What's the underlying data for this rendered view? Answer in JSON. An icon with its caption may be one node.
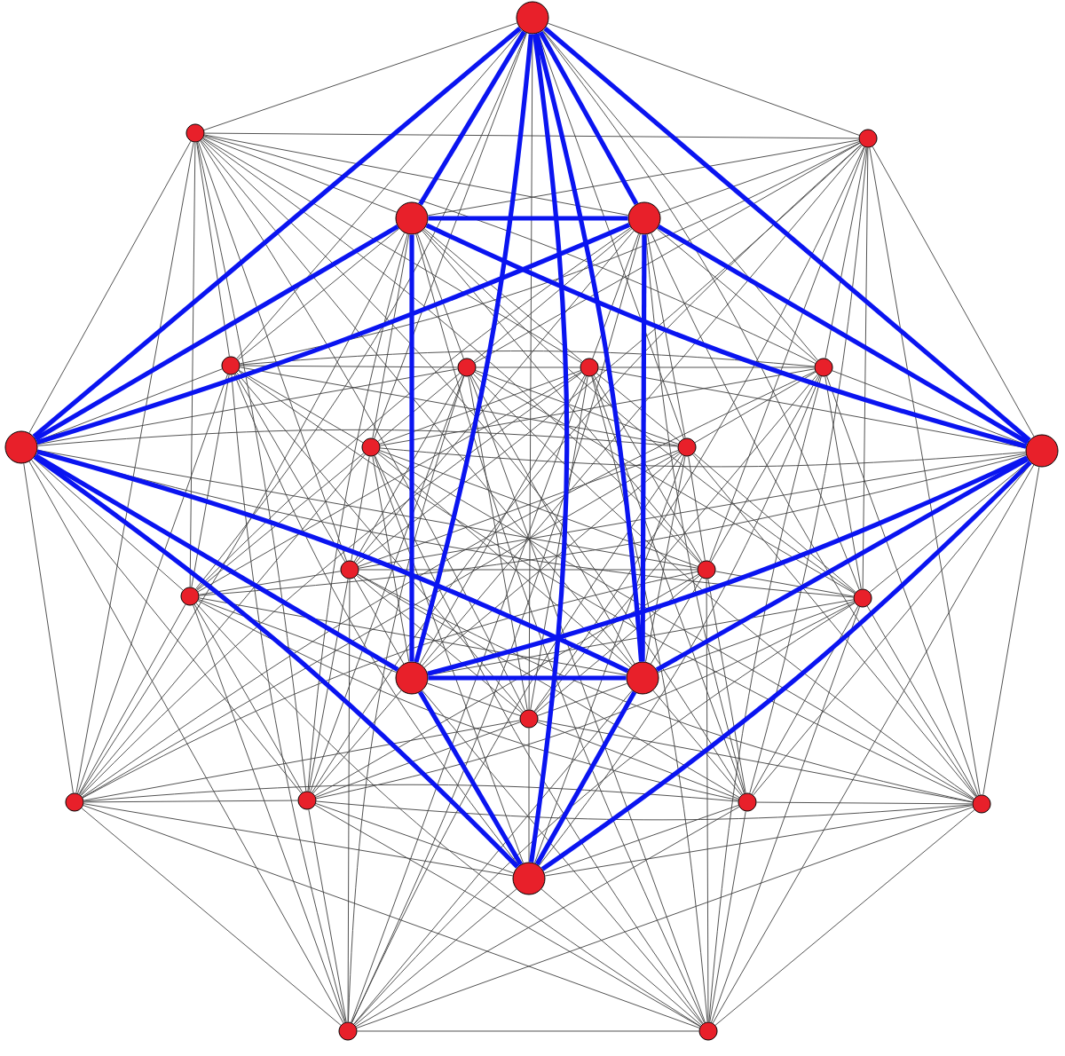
{
  "diagram": {
    "nodes": [
      {
        "text": [],
        "shape": "circle"
      },
      {
        "text": [],
        "shape": "circle"
      },
      {
        "text": [],
        "shape": "circle"
      },
      {
        "text": [],
        "shape": "circle"
      },
      {
        "text": [],
        "shape": "circle"
      },
      {
        "text": [],
        "shape": "circle"
      },
      {
        "text": [],
        "shape": "circle"
      },
      {
        "text": [],
        "shape": "circle"
      },
      {
        "text": [],
        "shape": "circle"
      },
      {
        "text": [],
        "shape": "circle"
      },
      {
        "text": [],
        "shape": "circle"
      },
      {
        "text": [],
        "shape": "circle"
      },
      {
        "text": [],
        "shape": "circle"
      },
      {
        "text": [],
        "shape": "circle"
      },
      {
        "text": [],
        "shape": "circle"
      },
      {
        "text": [],
        "shape": "circle"
      },
      {
        "text": [],
        "shape": "circle"
      },
      {
        "text": [],
        "shape": "circle"
      },
      {
        "text": [],
        "shape": "circle"
      },
      {
        "text": [],
        "shape": "circle"
      },
      {
        "text": [],
        "shape": "circle"
      },
      {
        "text": [],
        "shape": "circle"
      },
      {
        "text": [],
        "shape": "circle"
      },
      {
        "text": [],
        "shape": "circle"
      },
      {
        "text": [],
        "shape": "circle"
      },
      {
        "text": [],
        "shape": "circle"
      },
      {
        "text": [],
        "shape": "circle"
      }
    ],
    "edges": [
      {
        "from": 0,
        "to": 1,
        "arrow": "none"
      },
      {
        "from": 0,
        "to": 2,
        "arrow": "none",
        "style": "thick",
        "color": "#0a14f0"
      },
      {
        "from": 1,
        "to": 2,
        "arrow": "none"
      },
      {
        "from": 1,
        "to": 3,
        "arrow": "none"
      },
      {
        "from": 2,
        "to": 3,
        "arrow": "none"
      },
      {
        "from": 2,
        "to": 4,
        "arrow": "none"
      },
      {
        "from": 3,
        "to": 4,
        "arrow": "none"
      },
      {
        "from": 3,
        "to": 5,
        "arrow": "none"
      },
      {
        "from": 4,
        "to": 5,
        "arrow": "none"
      },
      {
        "from": 4,
        "to": 6,
        "arrow": "none"
      },
      {
        "from": 5,
        "to": 6,
        "arrow": "none"
      },
      {
        "from": 5,
        "to": 7,
        "arrow": "none"
      },
      {
        "from": 6,
        "to": 7,
        "arrow": "none"
      },
      {
        "from": 6,
        "to": 8,
        "arrow": "none"
      },
      {
        "from": 7,
        "to": 8,
        "arrow": "none"
      },
      {
        "from": 7,
        "to": 0,
        "arrow": "none",
        "style": "thick",
        "color": "#0a14f0"
      },
      {
        "from": 8,
        "to": 0,
        "arrow": "none"
      },
      {
        "from": 8,
        "to": 1,
        "arrow": "none"
      },
      {
        "from": 0,
        "to": 9,
        "arrow": "none",
        "style": "thick",
        "color": "#0a14f0"
      },
      {
        "from": 0,
        "to": 10,
        "arrow": "none"
      },
      {
        "from": 0,
        "to": 11,
        "arrow": "none"
      },
      {
        "from": 0,
        "to": 13,
        "arrow": "none",
        "style": "thick",
        "color": "#0a14f0"
      },
      {
        "from": 0,
        "to": 15,
        "arrow": "none"
      },
      {
        "from": 0,
        "to": 16,
        "arrow": "none"
      },
      {
        "from": 0,
        "to": 17,
        "arrow": "none",
        "style": "thick",
        "color": "#0a14f0"
      },
      {
        "from": 1,
        "to": 10,
        "arrow": "none"
      },
      {
        "from": 1,
        "to": 11,
        "arrow": "none"
      },
      {
        "from": 1,
        "to": 12,
        "arrow": "none"
      },
      {
        "from": 1,
        "to": 14,
        "arrow": "none"
      },
      {
        "from": 1,
        "to": 16,
        "arrow": "none"
      },
      {
        "from": 1,
        "to": 17,
        "arrow": "none"
      },
      {
        "from": 1,
        "to": 9,
        "arrow": "none"
      },
      {
        "from": 2,
        "to": 11,
        "arrow": "none"
      },
      {
        "from": 2,
        "to": 12,
        "arrow": "none"
      },
      {
        "from": 2,
        "to": 13,
        "arrow": "none",
        "style": "thick",
        "color": "#0a14f0"
      },
      {
        "from": 2,
        "to": 15,
        "arrow": "none"
      },
      {
        "from": 2,
        "to": 17,
        "arrow": "none",
        "style": "thick",
        "color": "#0a14f0"
      },
      {
        "from": 2,
        "to": 9,
        "arrow": "none",
        "style": "thick",
        "color": "#0a14f0"
      },
      {
        "from": 2,
        "to": 10,
        "arrow": "none"
      },
      {
        "from": 3,
        "to": 12,
        "arrow": "none"
      },
      {
        "from": 3,
        "to": 13,
        "arrow": "none"
      },
      {
        "from": 3,
        "to": 14,
        "arrow": "none"
      },
      {
        "from": 3,
        "to": 16,
        "arrow": "none"
      },
      {
        "from": 3,
        "to": 9,
        "arrow": "none"
      },
      {
        "from": 3,
        "to": 10,
        "arrow": "none"
      },
      {
        "from": 3,
        "to": 11,
        "arrow": "none"
      },
      {
        "from": 4,
        "to": 13,
        "arrow": "none"
      },
      {
        "from": 4,
        "to": 14,
        "arrow": "none"
      },
      {
        "from": 4,
        "to": 15,
        "arrow": "none"
      },
      {
        "from": 4,
        "to": 17,
        "arrow": "none"
      },
      {
        "from": 4,
        "to": 10,
        "arrow": "none"
      },
      {
        "from": 4,
        "to": 11,
        "arrow": "none"
      },
      {
        "from": 4,
        "to": 12,
        "arrow": "none"
      },
      {
        "from": 5,
        "to": 14,
        "arrow": "none"
      },
      {
        "from": 5,
        "to": 15,
        "arrow": "none"
      },
      {
        "from": 5,
        "to": 16,
        "arrow": "none"
      },
      {
        "from": 5,
        "to": 9,
        "arrow": "none"
      },
      {
        "from": 5,
        "to": 11,
        "arrow": "none"
      },
      {
        "from": 5,
        "to": 12,
        "arrow": "none"
      },
      {
        "from": 5,
        "to": 13,
        "arrow": "none"
      },
      {
        "from": 6,
        "to": 15,
        "arrow": "none"
      },
      {
        "from": 6,
        "to": 16,
        "arrow": "none"
      },
      {
        "from": 6,
        "to": 17,
        "arrow": "none"
      },
      {
        "from": 6,
        "to": 10,
        "arrow": "none"
      },
      {
        "from": 6,
        "to": 12,
        "arrow": "none"
      },
      {
        "from": 6,
        "to": 13,
        "arrow": "none"
      },
      {
        "from": 6,
        "to": 14,
        "arrow": "none"
      },
      {
        "from": 7,
        "to": 16,
        "arrow": "none"
      },
      {
        "from": 7,
        "to": 17,
        "arrow": "none",
        "style": "thick",
        "color": "#0a14f0"
      },
      {
        "from": 7,
        "to": 9,
        "arrow": "none",
        "style": "thick",
        "color": "#0a14f0"
      },
      {
        "from": 7,
        "to": 11,
        "arrow": "none"
      },
      {
        "from": 7,
        "to": 13,
        "arrow": "none",
        "style": "thick",
        "color": "#0a14f0"
      },
      {
        "from": 7,
        "to": 14,
        "arrow": "none"
      },
      {
        "from": 7,
        "to": 15,
        "arrow": "none"
      },
      {
        "from": 8,
        "to": 17,
        "arrow": "none"
      },
      {
        "from": 8,
        "to": 9,
        "arrow": "none"
      },
      {
        "from": 8,
        "to": 10,
        "arrow": "none"
      },
      {
        "from": 8,
        "to": 12,
        "arrow": "none"
      },
      {
        "from": 8,
        "to": 14,
        "arrow": "none"
      },
      {
        "from": 8,
        "to": 15,
        "arrow": "none"
      },
      {
        "from": 8,
        "to": 16,
        "arrow": "none"
      },
      {
        "from": 0,
        "to": 19,
        "arrow": "none"
      },
      {
        "from": 0,
        "to": 21,
        "arrow": "none",
        "style": "thick",
        "color": "#0a14f0"
      },
      {
        "from": 0,
        "to": 22,
        "arrow": "none"
      },
      {
        "from": 0,
        "to": 23,
        "arrow": "none",
        "style": "thick",
        "color": "#0a14f0"
      },
      {
        "from": 0,
        "to": 25,
        "arrow": "none"
      },
      {
        "from": 1,
        "to": 20,
        "arrow": "none"
      },
      {
        "from": 1,
        "to": 22,
        "arrow": "none"
      },
      {
        "from": 1,
        "to": 23,
        "arrow": "none"
      },
      {
        "from": 1,
        "to": 24,
        "arrow": "none"
      },
      {
        "from": 1,
        "to": 26,
        "arrow": "none"
      },
      {
        "from": 2,
        "to": 21,
        "arrow": "none",
        "style": "thick",
        "color": "#0a14f0"
      },
      {
        "from": 2,
        "to": 23,
        "arrow": "none",
        "style": "thick",
        "color": "#0a14f0"
      },
      {
        "from": 2,
        "to": 24,
        "arrow": "none"
      },
      {
        "from": 2,
        "to": 25,
        "arrow": "none"
      },
      {
        "from": 2,
        "to": 18,
        "arrow": "none"
      },
      {
        "from": 3,
        "to": 22,
        "arrow": "none"
      },
      {
        "from": 3,
        "to": 24,
        "arrow": "none"
      },
      {
        "from": 3,
        "to": 25,
        "arrow": "none"
      },
      {
        "from": 3,
        "to": 26,
        "arrow": "none"
      },
      {
        "from": 3,
        "to": 19,
        "arrow": "none"
      },
      {
        "from": 4,
        "to": 23,
        "arrow": "none"
      },
      {
        "from": 4,
        "to": 25,
        "arrow": "none"
      },
      {
        "from": 4,
        "to": 26,
        "arrow": "none"
      },
      {
        "from": 4,
        "to": 18,
        "arrow": "none"
      },
      {
        "from": 4,
        "to": 20,
        "arrow": "none"
      },
      {
        "from": 5,
        "to": 24,
        "arrow": "none"
      },
      {
        "from": 5,
        "to": 26,
        "arrow": "none"
      },
      {
        "from": 5,
        "to": 18,
        "arrow": "none"
      },
      {
        "from": 5,
        "to": 19,
        "arrow": "none"
      },
      {
        "from": 5,
        "to": 21,
        "arrow": "none"
      },
      {
        "from": 6,
        "to": 25,
        "arrow": "none"
      },
      {
        "from": 6,
        "to": 18,
        "arrow": "none"
      },
      {
        "from": 6,
        "to": 19,
        "arrow": "none"
      },
      {
        "from": 6,
        "to": 20,
        "arrow": "none"
      },
      {
        "from": 6,
        "to": 22,
        "arrow": "none"
      },
      {
        "from": 7,
        "to": 26,
        "arrow": "none"
      },
      {
        "from": 7,
        "to": 19,
        "arrow": "none"
      },
      {
        "from": 7,
        "to": 20,
        "arrow": "none"
      },
      {
        "from": 7,
        "to": 21,
        "arrow": "none",
        "style": "thick",
        "color": "#0a14f0"
      },
      {
        "from": 7,
        "to": 23,
        "arrow": "none",
        "style": "thick",
        "color": "#0a14f0"
      },
      {
        "from": 8,
        "to": 18,
        "arrow": "none"
      },
      {
        "from": 8,
        "to": 20,
        "arrow": "none"
      },
      {
        "from": 8,
        "to": 21,
        "arrow": "none"
      },
      {
        "from": 8,
        "to": 22,
        "arrow": "none"
      },
      {
        "from": 8,
        "to": 24,
        "arrow": "none"
      },
      {
        "from": 9,
        "to": 10,
        "arrow": "none"
      },
      {
        "from": 9,
        "to": 12,
        "arrow": "none"
      },
      {
        "from": 10,
        "to": 11,
        "arrow": "none"
      },
      {
        "from": 10,
        "to": 13,
        "arrow": "none"
      },
      {
        "from": 11,
        "to": 12,
        "arrow": "none"
      },
      {
        "from": 11,
        "to": 14,
        "arrow": "none"
      },
      {
        "from": 12,
        "to": 13,
        "arrow": "none"
      },
      {
        "from": 12,
        "to": 15,
        "arrow": "none"
      },
      {
        "from": 13,
        "to": 14,
        "arrow": "none"
      },
      {
        "from": 13,
        "to": 16,
        "arrow": "none"
      },
      {
        "from": 14,
        "to": 15,
        "arrow": "none"
      },
      {
        "from": 14,
        "to": 17,
        "arrow": "none"
      },
      {
        "from": 15,
        "to": 16,
        "arrow": "none"
      },
      {
        "from": 15,
        "to": 9,
        "arrow": "none"
      },
      {
        "from": 16,
        "to": 17,
        "arrow": "none"
      },
      {
        "from": 16,
        "to": 10,
        "arrow": "none"
      },
      {
        "from": 17,
        "to": 9,
        "arrow": "none",
        "style": "thick",
        "color": "#0a14f0"
      },
      {
        "from": 17,
        "to": 11,
        "arrow": "none"
      },
      {
        "from": 9,
        "to": 18,
        "arrow": "none"
      },
      {
        "from": 9,
        "to": 19,
        "arrow": "none"
      },
      {
        "from": 9,
        "to": 21,
        "arrow": "none",
        "style": "thick",
        "color": "#0a14f0"
      },
      {
        "from": 9,
        "to": 24,
        "arrow": "none"
      },
      {
        "from": 9,
        "to": 26,
        "arrow": "none"
      },
      {
        "from": 10,
        "to": 19,
        "arrow": "none"
      },
      {
        "from": 10,
        "to": 20,
        "arrow": "none"
      },
      {
        "from": 10,
        "to": 22,
        "arrow": "none"
      },
      {
        "from": 10,
        "to": 25,
        "arrow": "none"
      },
      {
        "from": 10,
        "to": 18,
        "arrow": "none"
      },
      {
        "from": 11,
        "to": 20,
        "arrow": "none"
      },
      {
        "from": 11,
        "to": 21,
        "arrow": "none"
      },
      {
        "from": 11,
        "to": 23,
        "arrow": "none"
      },
      {
        "from": 11,
        "to": 26,
        "arrow": "none"
      },
      {
        "from": 11,
        "to": 19,
        "arrow": "none"
      },
      {
        "from": 12,
        "to": 21,
        "arrow": "none"
      },
      {
        "from": 12,
        "to": 22,
        "arrow": "none"
      },
      {
        "from": 12,
        "to": 24,
        "arrow": "none"
      },
      {
        "from": 12,
        "to": 18,
        "arrow": "none"
      },
      {
        "from": 12,
        "to": 20,
        "arrow": "none"
      },
      {
        "from": 13,
        "to": 22,
        "arrow": "none"
      },
      {
        "from": 13,
        "to": 23,
        "arrow": "none",
        "style": "thick",
        "color": "#0a14f0"
      },
      {
        "from": 13,
        "to": 25,
        "arrow": "none"
      },
      {
        "from": 13,
        "to": 19,
        "arrow": "none"
      },
      {
        "from": 13,
        "to": 21,
        "arrow": "none",
        "style": "thick",
        "color": "#0a14f0"
      },
      {
        "from": 14,
        "to": 23,
        "arrow": "none"
      },
      {
        "from": 14,
        "to": 24,
        "arrow": "none"
      },
      {
        "from": 14,
        "to": 26,
        "arrow": "none"
      },
      {
        "from": 14,
        "to": 20,
        "arrow": "none"
      },
      {
        "from": 14,
        "to": 22,
        "arrow": "none"
      },
      {
        "from": 15,
        "to": 24,
        "arrow": "none"
      },
      {
        "from": 15,
        "to": 25,
        "arrow": "none"
      },
      {
        "from": 15,
        "to": 18,
        "arrow": "none"
      },
      {
        "from": 15,
        "to": 21,
        "arrow": "none"
      },
      {
        "from": 15,
        "to": 23,
        "arrow": "none"
      },
      {
        "from": 16,
        "to": 25,
        "arrow": "none"
      },
      {
        "from": 16,
        "to": 26,
        "arrow": "none"
      },
      {
        "from": 16,
        "to": 19,
        "arrow": "none"
      },
      {
        "from": 16,
        "to": 22,
        "arrow": "none"
      },
      {
        "from": 16,
        "to": 24,
        "arrow": "none"
      },
      {
        "from": 17,
        "to": 26,
        "arrow": "none"
      },
      {
        "from": 17,
        "to": 18,
        "arrow": "none"
      },
      {
        "from": 17,
        "to": 20,
        "arrow": "none"
      },
      {
        "from": 17,
        "to": 23,
        "arrow": "none",
        "style": "thick",
        "color": "#0a14f0"
      },
      {
        "from": 17,
        "to": 25,
        "arrow": "none"
      },
      {
        "from": 18,
        "to": 19,
        "arrow": "none"
      },
      {
        "from": 18,
        "to": 20,
        "arrow": "none"
      },
      {
        "from": 18,
        "to": 22,
        "arrow": "none"
      },
      {
        "from": 19,
        "to": 20,
        "arrow": "none"
      },
      {
        "from": 19,
        "to": 21,
        "arrow": "none"
      },
      {
        "from": 19,
        "to": 23,
        "arrow": "none"
      },
      {
        "from": 20,
        "to": 21,
        "arrow": "none"
      },
      {
        "from": 20,
        "to": 22,
        "arrow": "none"
      },
      {
        "from": 20,
        "to": 24,
        "arrow": "none"
      },
      {
        "from": 21,
        "to": 22,
        "arrow": "none"
      },
      {
        "from": 21,
        "to": 23,
        "arrow": "none",
        "style": "thick",
        "color": "#0a14f0"
      },
      {
        "from": 21,
        "to": 25,
        "arrow": "none"
      },
      {
        "from": 22,
        "to": 23,
        "arrow": "none"
      },
      {
        "from": 22,
        "to": 24,
        "arrow": "none"
      },
      {
        "from": 22,
        "to": 26,
        "arrow": "none"
      },
      {
        "from": 23,
        "to": 24,
        "arrow": "none"
      },
      {
        "from": 23,
        "to": 25,
        "arrow": "none"
      },
      {
        "from": 23,
        "to": 18,
        "arrow": "none"
      },
      {
        "from": 24,
        "to": 25,
        "arrow": "none"
      },
      {
        "from": 24,
        "to": 26,
        "arrow": "none"
      },
      {
        "from": 24,
        "to": 19,
        "arrow": "none"
      },
      {
        "from": 25,
        "to": 26,
        "arrow": "none"
      },
      {
        "from": 25,
        "to": 18,
        "arrow": "none"
      },
      {
        "from": 25,
        "to": 20,
        "arrow": "none"
      },
      {
        "from": 26,
        "to": 18,
        "arrow": "none"
      },
      {
        "from": 26,
        "to": 19,
        "arrow": "none"
      },
      {
        "from": 26,
        "to": 21,
        "arrow": "none"
      }
    ]
  }
}
